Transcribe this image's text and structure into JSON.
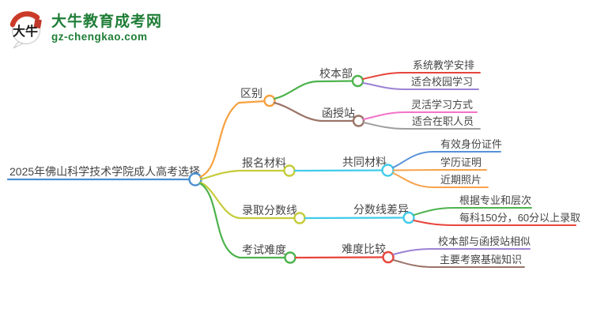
{
  "logo": {
    "icon_text": "大牛",
    "title": "大牛教育成考网",
    "domain": "gz-chengkao.com",
    "brand_color": "#1e7d36",
    "arc_color": "#cb3a28",
    "seal_color": "#c0392b"
  },
  "root": {
    "label": "2025年佛山科学技术学院成人高考选择",
    "color": "#4a90d2"
  },
  "branches": [
    {
      "label": "区别",
      "color": "#f7a13f",
      "children": [
        {
          "label": "校本部",
          "color": "#4db34d",
          "children": [
            {
              "label": "系统教学安排",
              "color": "#e7453c"
            },
            {
              "label": "适合校园学习",
              "color": "#9c82d4"
            }
          ]
        },
        {
          "label": "函授站",
          "color": "#9b7468",
          "children": [
            {
              "label": "灵活学习方式",
              "color": "#f273c8"
            },
            {
              "label": "适合在职人员",
              "color": "#9e9e9e"
            }
          ]
        }
      ]
    },
    {
      "label": "报名材料",
      "color": "#c6cc3a",
      "children": [
        {
          "label": "共同材料",
          "color": "#41cbe9",
          "children": [
            {
              "label": "有效身份证件",
              "color": "#5792d9"
            },
            {
              "label": "学历证明",
              "color": "#f7a34c"
            },
            {
              "label": "近期照片",
              "color": "#f7a34c"
            }
          ]
        }
      ]
    },
    {
      "label": "录取分数线",
      "color": "#c6cc3a",
      "children": [
        {
          "label": "分数线差异",
          "color": "#41cbe9",
          "children": [
            {
              "label": "根据专业和层次",
              "color": "#4db34d"
            },
            {
              "label": "每科150分，60分以上录取",
              "color": "#e7453c"
            }
          ]
        }
      ]
    },
    {
      "label": "考试难度",
      "color": "#4db34d",
      "children": [
        {
          "label": "难度比较",
          "color": "#e7453c",
          "children": [
            {
              "label": "校本部与函授站相似",
              "color": "#9c82d4"
            },
            {
              "label": "主要考察基础知识",
              "color": "#9b7468"
            }
          ]
        }
      ]
    }
  ]
}
